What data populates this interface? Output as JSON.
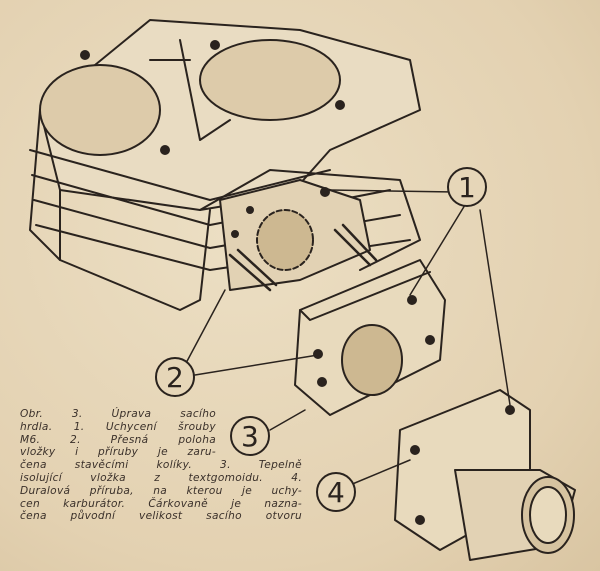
{
  "figure": {
    "callouts": [
      "1",
      "2",
      "3",
      "4"
    ],
    "caption_lines": [
      "Obr. 3. Úprava sacího",
      "hrdla. 1. Uchycení šrouby",
      "M6. 2. Přesná poloha",
      "vložky i příruby je zaru-",
      "čena stavěcími kolíky. 3. Tepelně",
      "isolující vložka z textgomoidu. 4.",
      "Duralová příruba, na kterou je uchy-",
      "cen karburátor. Čárkovaně je nazna-",
      "čena původní velikost sacího otvoru"
    ],
    "ink_color": "#2a231e",
    "paper_color": "#e6d6b8"
  }
}
